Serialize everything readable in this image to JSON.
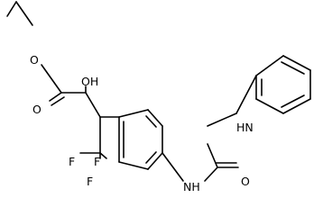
{
  "molecule": {
    "atoms": {
      "ester_O": "O",
      "carbonyl_O": "O",
      "hydroxyl": "OH",
      "F1": "F",
      "F2": "F",
      "F3": "F",
      "NH_phenyl": "HN",
      "NH_aryl": "NH",
      "urea_O": "O"
    }
  },
  "colors": {
    "bond": "#000000",
    "background": "#ffffff"
  }
}
